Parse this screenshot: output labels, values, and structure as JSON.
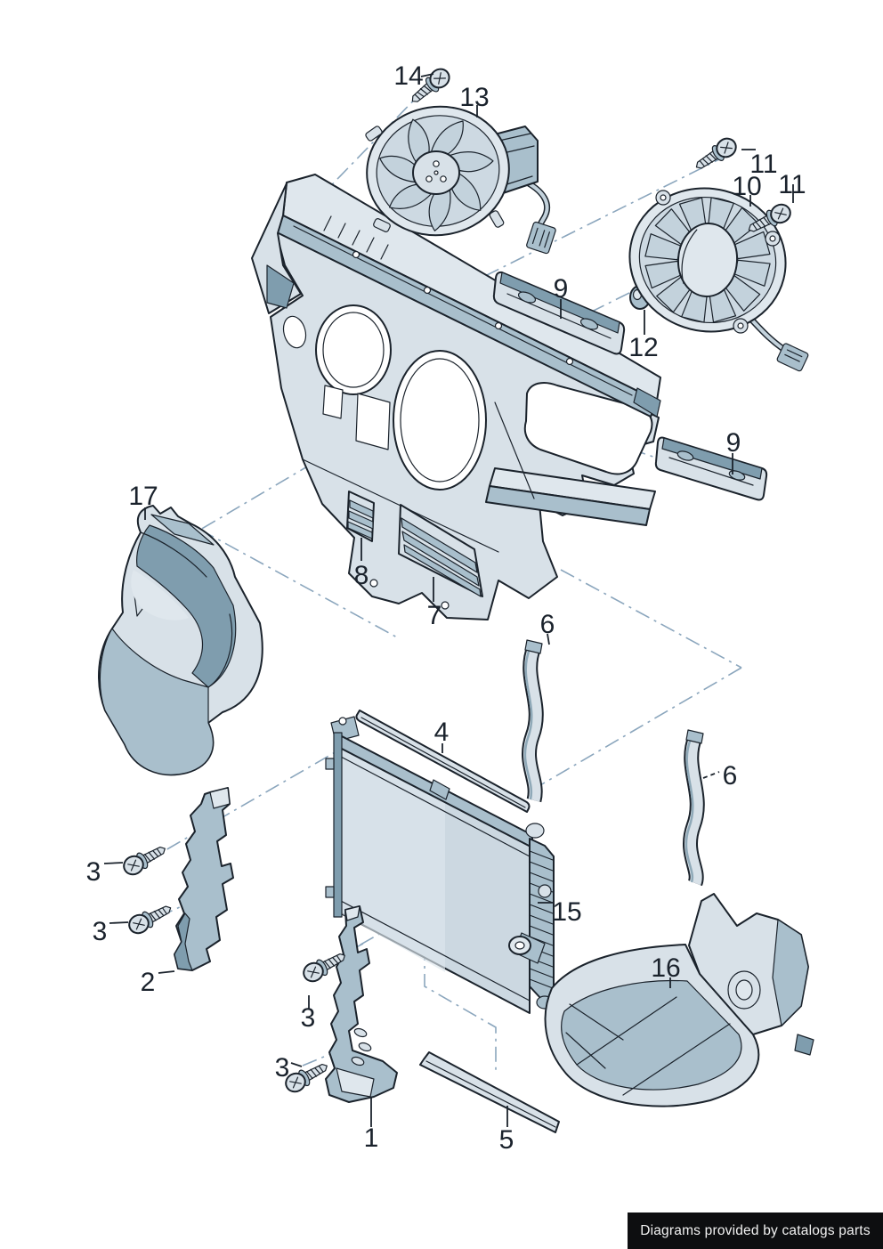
{
  "diagram": {
    "title_context": "exploded parts diagram - radiator, cooling fans, air ducts",
    "parts_shown": [
      "1",
      "2",
      "3",
      "4",
      "5",
      "6",
      "7",
      "8",
      "9",
      "10",
      "11",
      "12",
      "13",
      "14",
      "15",
      "16",
      "17"
    ],
    "callouts": [
      {
        "part": "14"
      },
      {
        "part": "13"
      },
      {
        "part": "11"
      },
      {
        "part": "10"
      },
      {
        "part": "11"
      },
      {
        "part": "9"
      },
      {
        "part": "12"
      },
      {
        "part": "9"
      },
      {
        "part": "17"
      },
      {
        "part": "8"
      },
      {
        "part": "7"
      },
      {
        "part": "6"
      },
      {
        "part": "4"
      },
      {
        "part": "6"
      },
      {
        "part": "3"
      },
      {
        "part": "3"
      },
      {
        "part": "2"
      },
      {
        "part": "15"
      },
      {
        "part": "16"
      },
      {
        "part": "3"
      },
      {
        "part": "3"
      },
      {
        "part": "1"
      },
      {
        "part": "5"
      }
    ],
    "colors": {
      "outline": "#1b232c",
      "fill_light": "#d8e1e8",
      "fill_mid": "#a9bfcc",
      "fill_dark": "#7f9dae",
      "construction_line": "#8ba6bd",
      "footer_bg": "#0d0e10",
      "footer_text": "#f2f2f2"
    },
    "footer": {
      "text": "Diagrams provided by catalogs parts"
    }
  }
}
